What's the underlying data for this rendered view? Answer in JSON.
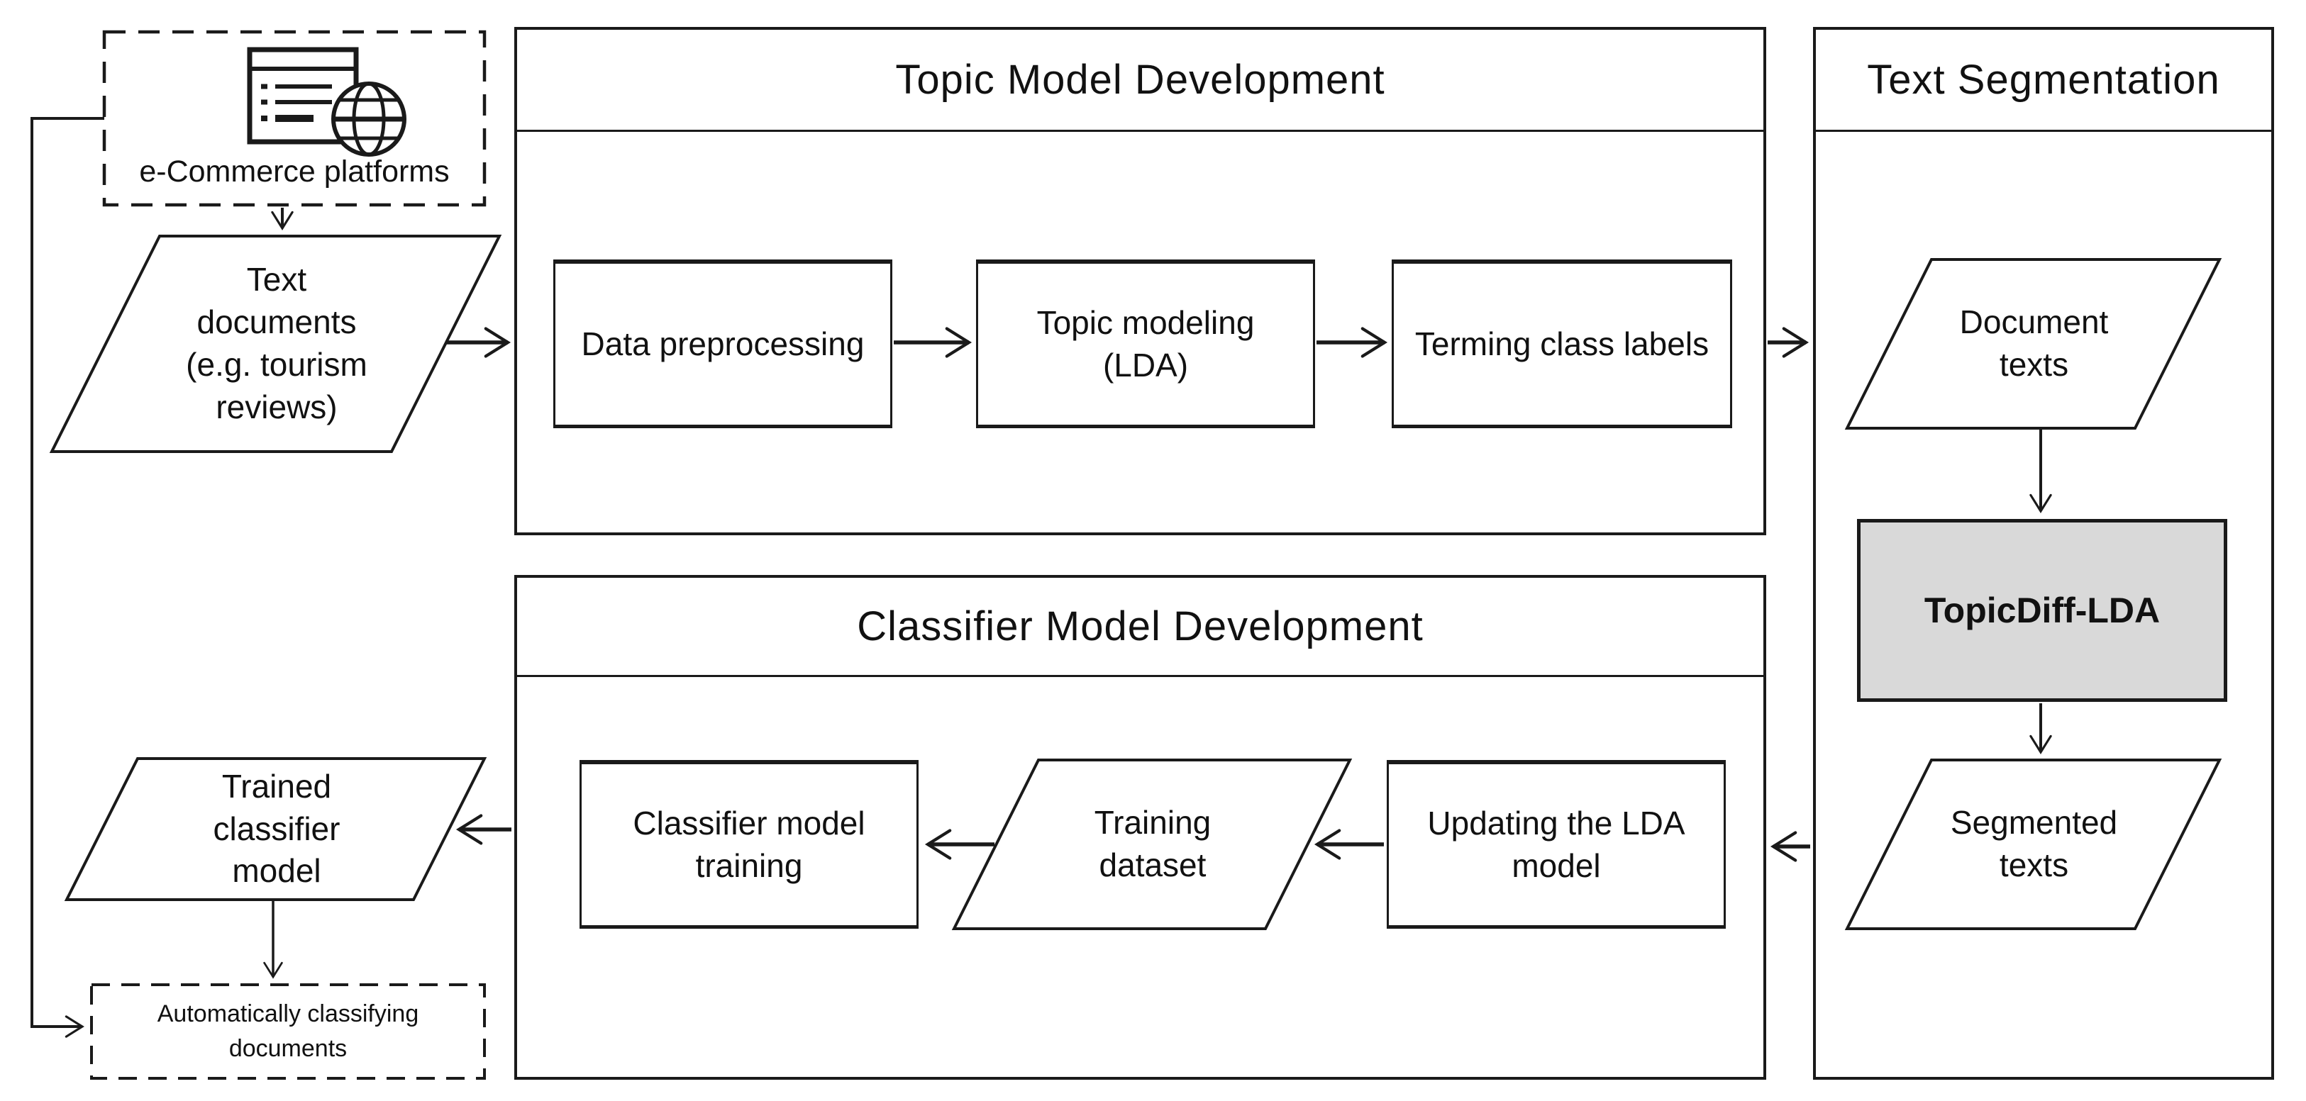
{
  "figure": {
    "background": "#ffffff",
    "line_color": "#1a1a1a",
    "highlight_fill": "#d9d9d9",
    "type": "flowchart"
  },
  "sections": {
    "topic_model": {
      "title": "Topic Model Development"
    },
    "classifier_model": {
      "title": "Classifier Model Development"
    },
    "text_segmentation": {
      "title": "Text Segmentation"
    }
  },
  "nodes": {
    "ecommerce": {
      "label": "e-Commerce platforms",
      "shape": "dashed-rect",
      "icon": "browser-globe-icon"
    },
    "text_documents": {
      "label": "Text\ndocuments\n(e.g. tourism\nreviews)",
      "shape": "parallelogram"
    },
    "data_preprocessing": {
      "label": "Data preprocessing",
      "shape": "rect"
    },
    "topic_modeling": {
      "label": "Topic modeling\n(LDA)",
      "shape": "rect"
    },
    "terming_class_labels": {
      "label": "Terming class labels",
      "shape": "rect"
    },
    "document_texts": {
      "label": "Document\ntexts",
      "shape": "parallelogram"
    },
    "topicdiff_lda": {
      "label": "TopicDiff-LDA",
      "shape": "rect",
      "fill": "#d9d9d9",
      "emphasis": "bold"
    },
    "segmented_texts": {
      "label": "Segmented\ntexts",
      "shape": "parallelogram"
    },
    "updating_lda": {
      "label": "Updating the LDA\nmodel",
      "shape": "rect"
    },
    "training_dataset": {
      "label": "Training\ndataset",
      "shape": "parallelogram"
    },
    "classifier_training": {
      "label": "Classifier model\ntraining",
      "shape": "rect"
    },
    "trained_classifier": {
      "label": "Trained\nclassifier\nmodel",
      "shape": "parallelogram"
    },
    "auto_classifying": {
      "label": "Automatically classifying\ndocuments",
      "shape": "dashed-rect"
    }
  },
  "edges": [
    {
      "from": "ecommerce",
      "to": "text_documents"
    },
    {
      "from": "text_documents",
      "to": "topic_model_development"
    },
    {
      "from": "data_preprocessing",
      "to": "topic_modeling"
    },
    {
      "from": "topic_modeling",
      "to": "terming_class_labels"
    },
    {
      "from": "topic_model_development",
      "to": "text_segmentation"
    },
    {
      "from": "document_texts",
      "to": "topicdiff_lda"
    },
    {
      "from": "topicdiff_lda",
      "to": "segmented_texts"
    },
    {
      "from": "text_segmentation",
      "to": "classifier_model_development"
    },
    {
      "from": "updating_lda",
      "to": "training_dataset"
    },
    {
      "from": "training_dataset",
      "to": "classifier_training"
    },
    {
      "from": "classifier_model_development",
      "to": "trained_classifier"
    },
    {
      "from": "trained_classifier",
      "to": "auto_classifying"
    },
    {
      "from": "ecommerce",
      "to": "auto_classifying"
    }
  ]
}
